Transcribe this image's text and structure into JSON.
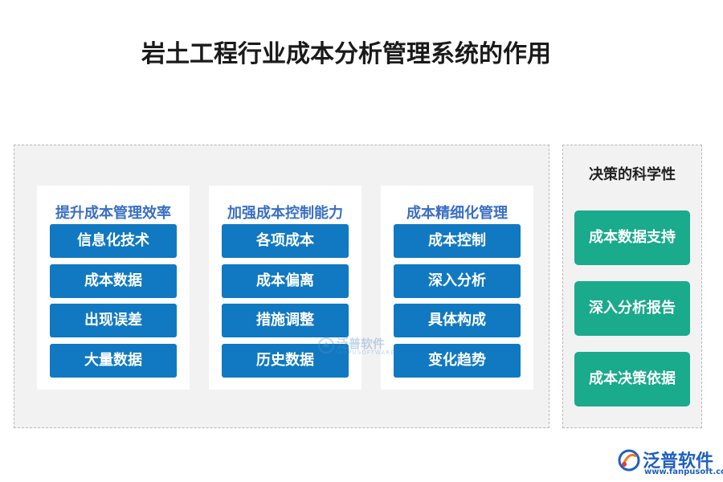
{
  "title": "岩土工程行业成本分析管理系统的作用",
  "columns": [
    {
      "title": "提升成本管理效率",
      "items": [
        "信息化技术",
        "成本数据",
        "出现误差",
        "大量数据"
      ]
    },
    {
      "title": "加强成本控制能力",
      "items": [
        "各项成本",
        "成本偏离",
        "措施调整",
        "历史数据"
      ]
    },
    {
      "title": "成本精细化管理",
      "items": [
        "成本控制",
        "深入分析",
        "具体构成",
        "变化趋势"
      ]
    }
  ],
  "right": {
    "title": "决策的科学性",
    "items": [
      "成本数据支持",
      "深入分析报告",
      "成本决策依据"
    ]
  },
  "watermark": {
    "name": "泛普软件",
    "sub": "FANPUSOFTWARE"
  },
  "logo": {
    "name": "泛普软件",
    "url": "www.fanpusoft.com"
  },
  "colors": {
    "blue_box": "#1079c1",
    "green_box": "#1aaa8c",
    "column_title": "#3a6fc4"
  }
}
